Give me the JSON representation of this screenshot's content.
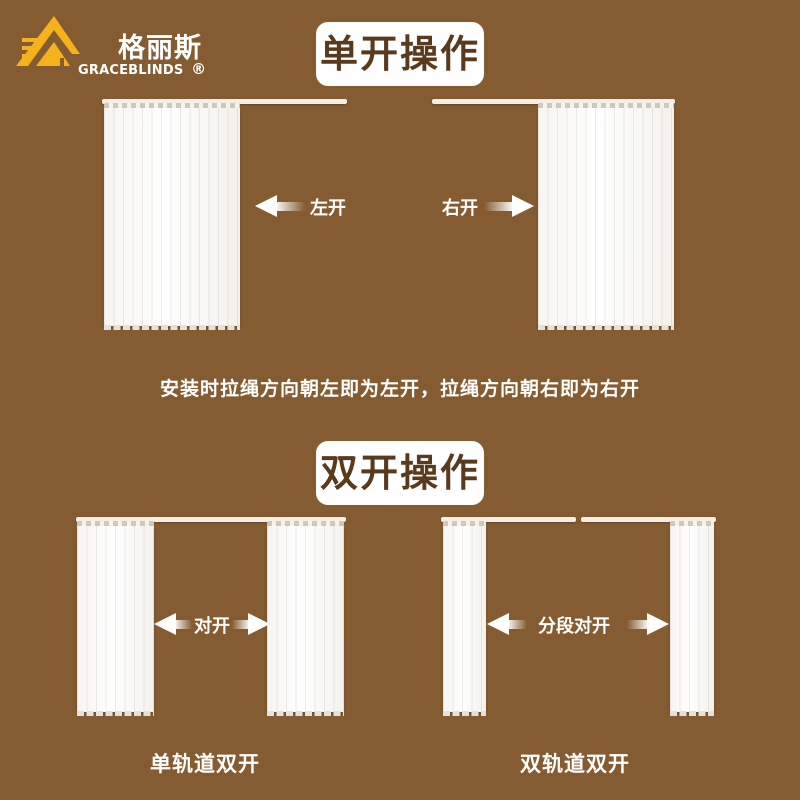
{
  "brand": {
    "name_cn": "格丽斯",
    "name_en": "GRACEBLINDS",
    "registered": "®",
    "logo_color": "#f5b21b"
  },
  "single": {
    "title": "单开操作",
    "left_label": "左开",
    "right_label": "右开",
    "instruction": "安装时拉绳方向朝左即为左开，拉绳方向朝右即为右开"
  },
  "double": {
    "title": "双开操作",
    "center_label": "对开",
    "split_label": "分段对开",
    "single_track_caption": "单轨道双开",
    "double_track_caption": "双轨道双开"
  },
  "colors": {
    "background": "#855c31",
    "pill_text": "#5a3a1c",
    "blind": "#f7f5f1"
  }
}
